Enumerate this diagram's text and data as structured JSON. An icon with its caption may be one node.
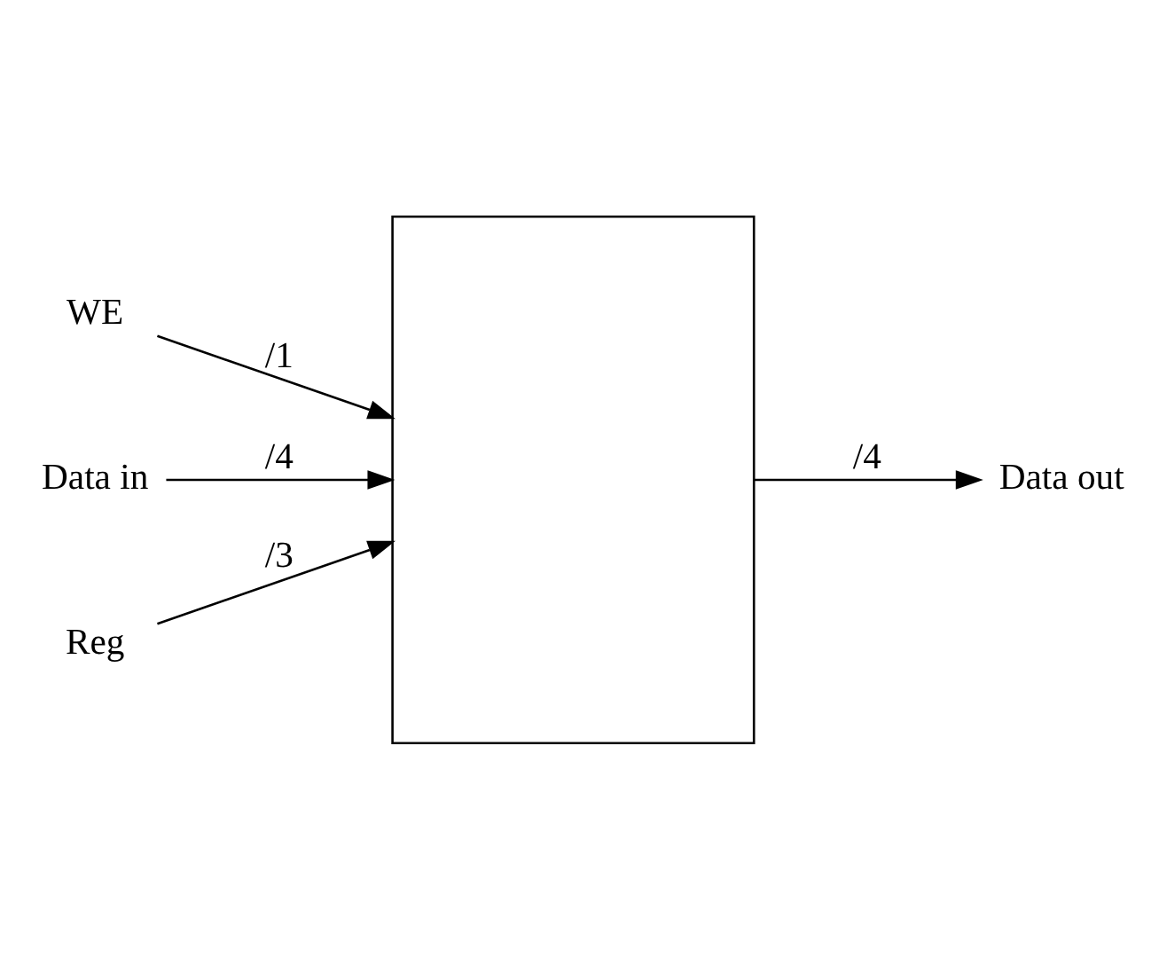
{
  "diagram": {
    "nodes": [
      {
        "text": [
          "WE"
        ]
      },
      {
        "text": [],
        "shape": "box"
      },
      {
        "text": [
          "Data in"
        ]
      },
      {
        "text": [
          "Reg"
        ]
      },
      {
        "text": [
          "Data out"
        ]
      }
    ],
    "edges": [
      {
        "from": 0,
        "to": 1,
        "arrow": "to",
        "label": "/1"
      },
      {
        "from": 2,
        "to": 1,
        "arrow": "to",
        "label": "/4"
      },
      {
        "from": 3,
        "to": 1,
        "arrow": "to",
        "label": "/3"
      },
      {
        "from": 1,
        "to": 4,
        "arrow": "to",
        "label": "/4"
      }
    ]
  }
}
